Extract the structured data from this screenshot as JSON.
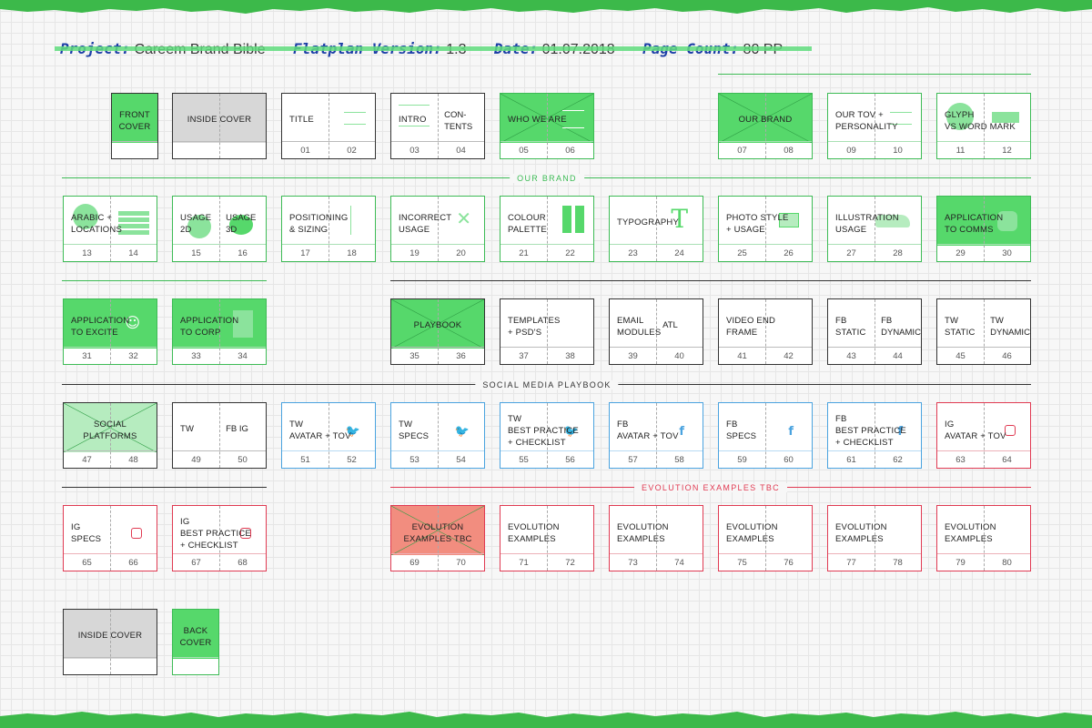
{
  "header": {
    "project_label": "Project:",
    "project_value": "Careem Brand Bible",
    "version_label": "Flatplan Version:",
    "version_value": "1.3",
    "date_label": "Date:",
    "date_value": "01.07.2018",
    "count_label": "Page Count:",
    "count_value": "80 PP"
  },
  "colors": {
    "green": "#3dbb55",
    "fill_green": "#56d86b",
    "blue": "#4aa3df",
    "red": "#e03a52",
    "salmon": "#f28d7f",
    "grey": "#d7d7d7",
    "header_blue": "#1d3fa6"
  },
  "dividers": [
    {
      "label": "OUR BRAND",
      "color": "green"
    },
    {
      "label": "SOCIAL MEDIA PLAYBOOK",
      "color": "dark"
    },
    {
      "label": "EVOLUTION EXAMPLES TBC",
      "color": "red"
    }
  ],
  "spreads": [
    {
      "id": "front-cover",
      "label": "FRONT\nCOVER",
      "pages": [],
      "single": true,
      "border": "dark",
      "fill": "green-top",
      "cross": false,
      "center": true
    },
    {
      "id": "inside-cover-1",
      "label": "INSIDE COVER",
      "pages": [],
      "border": "dark",
      "fill": "grey-top",
      "center": true
    },
    {
      "id": "title",
      "label": "TITLE",
      "pages": [
        "01",
        "02"
      ],
      "border": "dark",
      "deco": "lines-right"
    },
    {
      "id": "intro-contents",
      "label": "INTRO",
      "label2": "CON-\nTENTS",
      "pages": [
        "03",
        "04"
      ],
      "border": "dark",
      "deco": "lines-left"
    },
    {
      "id": "who-we-are",
      "label": "WHO WE ARE",
      "pages": [
        "05",
        "06"
      ],
      "border": "green",
      "fill": "green-top",
      "cross": true,
      "deco": "lines-right-white"
    },
    {
      "id": "our-brand",
      "label": "OUR BRAND",
      "pages": [
        "07",
        "08"
      ],
      "border": "green",
      "fill": "green-top",
      "cross": true,
      "center": true
    },
    {
      "id": "our-tov",
      "label": "OUR TOV +\nPERSONALITY",
      "pages": [
        "09",
        "10"
      ],
      "border": "green",
      "deco": "lines-right"
    },
    {
      "id": "glyph",
      "label": "GLYPH\nVS WORD MARK",
      "pages": [
        "11",
        "12"
      ],
      "border": "green",
      "deco": "glyph"
    },
    {
      "id": "arabic",
      "label": "ARABIC +\nLOCATIONS",
      "pages": [
        "13",
        "14"
      ],
      "border": "green",
      "deco": "arabic"
    },
    {
      "id": "usage",
      "label": "USAGE\n2D",
      "label2": "USAGE\n3D",
      "pages": [
        "15",
        "16"
      ],
      "border": "green",
      "deco": "usage"
    },
    {
      "id": "positioning",
      "label": "POSITIONING\n& SIZING",
      "pages": [
        "17",
        "18"
      ],
      "border": "green",
      "deco": "arrows"
    },
    {
      "id": "incorrect",
      "label": "INCORRECT\nUSAGE",
      "pages": [
        "19",
        "20"
      ],
      "border": "green",
      "deco": "xmark"
    },
    {
      "id": "colour",
      "label": "COLOUR\nPALETTE",
      "pages": [
        "21",
        "22"
      ],
      "border": "green",
      "deco": "palette"
    },
    {
      "id": "typography",
      "label": "TYPOGRAPHY",
      "pages": [
        "23",
        "24"
      ],
      "border": "green",
      "deco": "type"
    },
    {
      "id": "photo",
      "label": "PHOTO STYLE\n+ USAGE",
      "pages": [
        "25",
        "26"
      ],
      "border": "green",
      "deco": "photo"
    },
    {
      "id": "illustration",
      "label": "ILLUSTRATION\nUSAGE",
      "pages": [
        "27",
        "28"
      ],
      "border": "green",
      "deco": "car"
    },
    {
      "id": "app-comms",
      "label": "APPLICATION\nTO COMMS",
      "pages": [
        "29",
        "30"
      ],
      "border": "green",
      "fill": "green-top",
      "deco": "rounded"
    },
    {
      "id": "app-excite",
      "label": "APPLICATION\nTO EXCITE",
      "pages": [
        "31",
        "32"
      ],
      "border": "green",
      "fill": "green-top",
      "deco": "smile"
    },
    {
      "id": "app-corp",
      "label": "APPLICATION\nTO CORP",
      "pages": [
        "33",
        "34"
      ],
      "border": "green",
      "fill": "green-top",
      "deco": "rect"
    },
    {
      "id": "playbook",
      "label": "PLAYBOOK",
      "pages": [
        "35",
        "36"
      ],
      "border": "dark",
      "fill": "green-top",
      "cross": true,
      "center": true
    },
    {
      "id": "templates",
      "label": "TEMPLATES\n+ PSD'S",
      "pages": [
        "37",
        "38"
      ],
      "border": "dark"
    },
    {
      "id": "email",
      "label": "EMAIL\nMODULES",
      "label2": "ATL",
      "pages": [
        "39",
        "40"
      ],
      "border": "dark"
    },
    {
      "id": "video",
      "label": "VIDEO END\nFRAME",
      "pages": [
        "41",
        "42"
      ],
      "border": "dark"
    },
    {
      "id": "fb-static",
      "label": "FB\nSTATIC",
      "label2": "FB\nDYNAMIC",
      "pages": [
        "43",
        "44"
      ],
      "border": "dark"
    },
    {
      "id": "tw-static",
      "label": "TW\nSTATIC",
      "label2": "TW\nDYNAMIC",
      "pages": [
        "45",
        "46"
      ],
      "border": "dark"
    },
    {
      "id": "social",
      "label": "SOCIAL\nPLATFORMS",
      "pages": [
        "47",
        "48"
      ],
      "border": "dark",
      "fill": "lightgreen-top",
      "cross": true,
      "center": true
    },
    {
      "id": "tw-fb-ig",
      "label": "TW",
      "label2": "FB         IG",
      "pages": [
        "49",
        "50"
      ],
      "border": "dark"
    },
    {
      "id": "tw-avatar",
      "label": "TW\nAVATAR + TOV",
      "pages": [
        "51",
        "52"
      ],
      "border": "blue",
      "icon": "tw"
    },
    {
      "id": "tw-specs",
      "label": "TW\nSPECS",
      "pages": [
        "53",
        "54"
      ],
      "border": "blue",
      "icon": "tw"
    },
    {
      "id": "tw-best",
      "label": "TW\nBEST PRACTICE\n+ CHECKLIST",
      "pages": [
        "55",
        "56"
      ],
      "border": "blue",
      "icon": "tw"
    },
    {
      "id": "fb-avatar",
      "label": "FB\nAVATAR + TOV",
      "pages": [
        "57",
        "58"
      ],
      "border": "blue",
      "icon": "fb"
    },
    {
      "id": "fb-specs",
      "label": "FB\nSPECS",
      "pages": [
        "59",
        "60"
      ],
      "border": "blue",
      "icon": "fb"
    },
    {
      "id": "fb-best",
      "label": "FB\nBEST PRACTICE\n+ CHECKLIST",
      "pages": [
        "61",
        "62"
      ],
      "border": "blue",
      "icon": "fb"
    },
    {
      "id": "ig-avatar",
      "label": "IG\nAVATAR + TOV",
      "pages": [
        "63",
        "64"
      ],
      "border": "red",
      "icon": "ig"
    },
    {
      "id": "ig-specs",
      "label": "IG\nSPECS",
      "pages": [
        "65",
        "66"
      ],
      "border": "red",
      "icon": "ig"
    },
    {
      "id": "ig-best",
      "label": "IG\nBEST PRACTICE\n+ CHECKLIST",
      "pages": [
        "67",
        "68"
      ],
      "border": "red",
      "icon": "ig"
    },
    {
      "id": "evo-tbc",
      "label": "EVOLUTION\nEXAMPLES TBC",
      "pages": [
        "69",
        "70"
      ],
      "border": "red",
      "fill": "salmon-top",
      "cross": true,
      "center": true
    },
    {
      "id": "evo-1",
      "label": "EVOLUTION\nEXAMPLES",
      "pages": [
        "71",
        "72"
      ],
      "border": "red"
    },
    {
      "id": "evo-2",
      "label": "EVOLUTION\nEXAMPLES",
      "pages": [
        "73",
        "74"
      ],
      "border": "red"
    },
    {
      "id": "evo-3",
      "label": "EVOLUTION\nEXAMPLES",
      "pages": [
        "75",
        "76"
      ],
      "border": "red"
    },
    {
      "id": "evo-4",
      "label": "EVOLUTION\nEXAMPLES",
      "pages": [
        "77",
        "78"
      ],
      "border": "red"
    },
    {
      "id": "evo-5",
      "label": "EVOLUTION\nEXAMPLES",
      "pages": [
        "79",
        "80"
      ],
      "border": "red"
    },
    {
      "id": "inside-cover-2",
      "label": "INSIDE COVER",
      "pages": [],
      "border": "dark",
      "fill": "grey-top",
      "center": true
    },
    {
      "id": "back-cover",
      "label": "BACK\nCOVER",
      "pages": [],
      "single": true,
      "border": "green",
      "fill": "green-top",
      "center": true
    }
  ]
}
